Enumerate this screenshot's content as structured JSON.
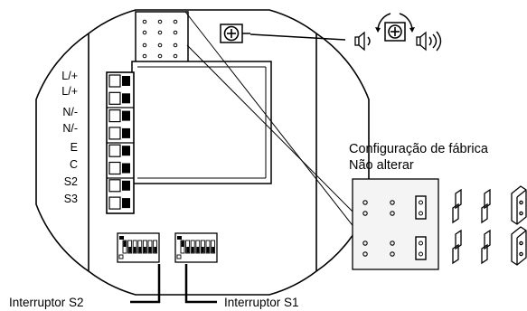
{
  "colors": {
    "ink": "#000000",
    "paper": "#ffffff",
    "panel_fill": "#f4f4f4"
  },
  "terminal_labels": [
    "L/+",
    "L/+",
    "N/-",
    "N/-",
    "E",
    "C",
    "S2",
    "S3"
  ],
  "factory_note": {
    "line1": "Configuração de fábrica",
    "line2": "Não alterar"
  },
  "switch_captions": {
    "s2": "Interruptor S2",
    "s1": "Interruptor S1"
  },
  "dip_switches": {
    "s2_positions": [
      1,
      0,
      0,
      0,
      0,
      0,
      0
    ],
    "s1_positions": [
      1,
      0,
      0,
      0,
      0,
      0,
      0
    ]
  },
  "volume_icons": [
    "speaker-quiet-icon",
    "speaker-loud-icon"
  ]
}
